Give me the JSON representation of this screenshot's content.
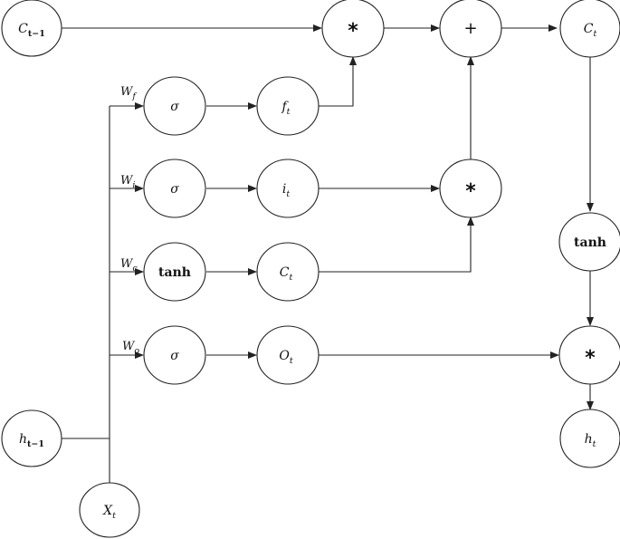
{
  "nodes": {
    "c_prev": {
      "base": "C",
      "sub": "t−1"
    },
    "h_prev": {
      "base": "h",
      "sub": "t−1"
    },
    "x_t": {
      "base": "X",
      "sub": "t"
    },
    "sigma_f": {
      "text": "σ"
    },
    "sigma_i": {
      "text": "σ"
    },
    "tanh_c": {
      "text": "tanh"
    },
    "sigma_o": {
      "text": "σ"
    },
    "f_t": {
      "base": "f",
      "sub": "t"
    },
    "i_t": {
      "base": "i",
      "sub": "t"
    },
    "c_tilde": {
      "base": "C",
      "sub": "t"
    },
    "o_t": {
      "base": "O",
      "sub": "t"
    },
    "mult_f": {
      "text": "*"
    },
    "mult_i": {
      "text": "*"
    },
    "add": {
      "text": "+"
    },
    "c_t": {
      "base": "C",
      "sub": "t"
    },
    "tanh_out": {
      "text": "tanh"
    },
    "mult_o": {
      "text": "*"
    },
    "h_t": {
      "base": "h",
      "sub": "t"
    }
  },
  "weights": {
    "w_f": {
      "base": "W",
      "sub": "f"
    },
    "w_i": {
      "base": "W",
      "sub": "i"
    },
    "w_c": {
      "base": "W",
      "sub": "c"
    },
    "w_o": {
      "base": "W",
      "sub": "o"
    }
  }
}
